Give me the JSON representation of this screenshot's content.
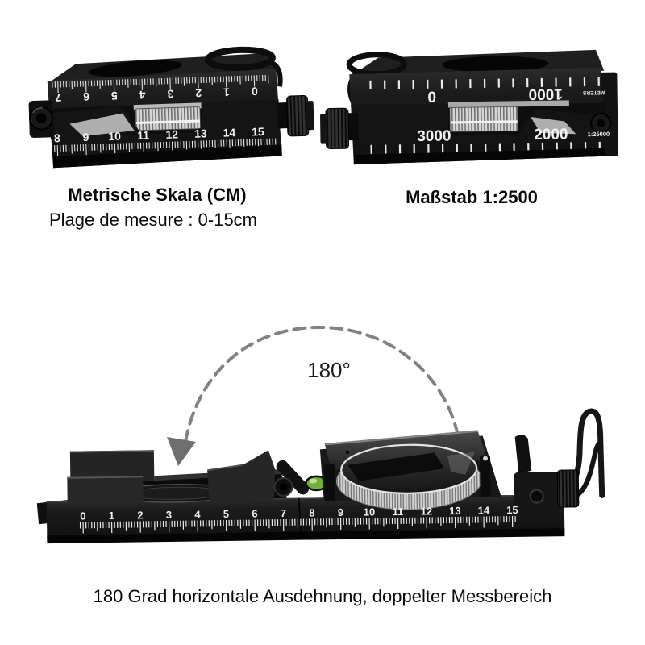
{
  "captions": {
    "metric_title": "Metrische Skala (CM)",
    "metric_subtitle": "Plage de mesure : 0-15cm",
    "scale_title": "Maßstab 1:2500",
    "bottom_caption": "180 Grad horizontale Ausdehnung, doppelter Messbereich"
  },
  "annotation": {
    "angle": "180°"
  },
  "devices": {
    "metric_ruler": {
      "top_scale": [
        "7",
        "6",
        "5",
        "4",
        "3",
        "2",
        "1",
        "0"
      ],
      "bottom_scale": [
        "8",
        "9",
        "10",
        "11",
        "12",
        "13",
        "14",
        "15"
      ]
    },
    "map_scale_ruler": {
      "top_zero": "0",
      "top_thousand": "1000",
      "top_unit": "METERS",
      "bottom_left": "3000",
      "bottom_right": "2000",
      "bottom_ratio": "1:25000"
    },
    "compass_base": {
      "ruler": [
        "0",
        "1",
        "2",
        "3",
        "4",
        "5",
        "6",
        "7",
        "8",
        "9",
        "10",
        "11",
        "12",
        "13",
        "14",
        "15"
      ]
    }
  },
  "colors": {
    "background": "#ffffff",
    "body_black": "#161616",
    "scale_white": "#f2f2f2",
    "arc_gray": "#828282",
    "arrow_gray": "#6e6e6e",
    "bubble_green": "#72ae3e",
    "dial_silver": "#d6d6d6"
  }
}
